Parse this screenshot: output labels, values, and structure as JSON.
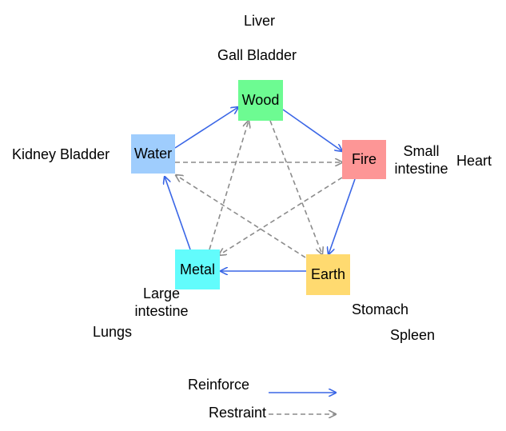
{
  "elements": {
    "wood": {
      "label": "Wood",
      "color": "#6dfb92"
    },
    "fire": {
      "label": "Fire",
      "color": "#fd9696"
    },
    "earth": {
      "label": "Earth",
      "color": "#ffda70"
    },
    "metal": {
      "label": "Metal",
      "color": "#62fcfc"
    },
    "water": {
      "label": "Water",
      "color": "#9fcdfd"
    }
  },
  "organs": {
    "liver": "Liver",
    "gall_bladder": "Gall Bladder",
    "small_intestine": "Small intestine",
    "heart": "Heart",
    "stomach": "Stomach",
    "spleen": "Spleen",
    "large_intestine": "Large intestine",
    "lungs": "Lungs",
    "kidney_bladder": "Kidney Bladder"
  },
  "legend": {
    "reinforce": "Reinforce",
    "restraint": "Restraint",
    "reinforce_color": "#3a66e6",
    "restraint_color": "#8c8c8c"
  },
  "reinforce_cycle": [
    "wood",
    "fire",
    "earth",
    "metal",
    "water"
  ],
  "restraint_cycle": [
    "wood",
    "earth",
    "water",
    "fire",
    "metal"
  ]
}
